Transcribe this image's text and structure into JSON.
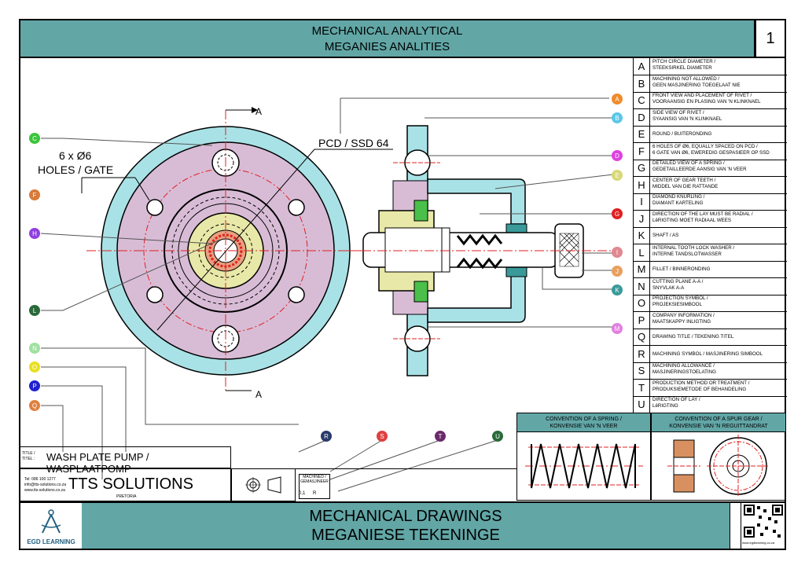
{
  "header": {
    "line1": "MECHANICAL ANALYTICAL",
    "line2": "MEGANIES ANALITIES",
    "page_number": "1"
  },
  "legend": [
    {
      "key": "A",
      "text": "PITCH CIRCLE DIAMETER /\nSTEEKSIRKEL DIAMETER"
    },
    {
      "key": "B",
      "text": "MACHINING NOT ALLOWED /\nGEEN MASJINERING TOEGELAAT NIE"
    },
    {
      "key": "C",
      "text": "FRONT VIEW AND PLACEMENT OF RIVET /\nVOORAANSIG EN PLASING VAN 'N KLINKNAEL"
    },
    {
      "key": "D",
      "text": "SIDE VIEW OF RIVET /\nSYAANSIG VAN 'N KLINKNAEL"
    },
    {
      "key": "E",
      "text": "ROUND / BUITERONDING"
    },
    {
      "key": "F",
      "text": "6 HOLES OF Ø6, EQUALLY SPACED ON PCD /\n6 GATE VAN Ø6, EWEREDIG GESPASIEER OP SSD"
    },
    {
      "key": "G",
      "text": "DETAILED VIEW OF A SPRING /\nGEDETAILLEERDE AANSIG VAN 'N VEER"
    },
    {
      "key": "H",
      "text": "CENTER OF GEAR TEETH /\nMIDDEL VAN DIE RATTANDE"
    },
    {
      "key": "I",
      "text": "DIAMOND KNURLING /\nDIAMANT KARTELING"
    },
    {
      "key": "J",
      "text": "DIRECTION OF THE LAY MUST BE RADIAL /\nLêRIGTING MOET RADIAAL WEES"
    },
    {
      "key": "K",
      "text": "SHAFT / AS"
    },
    {
      "key": "L",
      "text": "INTERNAL TOOTH LOCK WASHER /\nINTERNE TANDSLOTWASSER"
    },
    {
      "key": "M",
      "text": "FILLET / BINNERONDING"
    },
    {
      "key": "N",
      "text": "CUTTING PLANE A-A /\nSNYVLAK A-A"
    },
    {
      "key": "O",
      "text": "PROJECTION SYMBOL /\nPROJEKSIESIMBOOL"
    },
    {
      "key": "P",
      "text": "COMPANY INFORMATION /\nMAATSKAPPY INLIGTING"
    },
    {
      "key": "Q",
      "text": "DRAWING TITLE / TEKENING TITEL"
    },
    {
      "key": "R",
      "text": "MACHINING SYMBOL / MASJINERING SIMBOOL"
    },
    {
      "key": "S",
      "text": "MACHINING ALLOWANCE /\nMASJINERINGSTOELATING"
    },
    {
      "key": "T",
      "text": "PRODUCTION METHOD OR TREATMENT /\nPRODUKSIEMETODE OF BEHANDELING"
    },
    {
      "key": "U",
      "text": "DIRECTION OF LAY /\nLêRIGTING"
    }
  ],
  "drawing": {
    "holes_label_line1": "6 x Ø6",
    "holes_label_line2": "HOLES / GATE",
    "pcd_label": "PCD / SSD 64",
    "section_label_top": "A",
    "section_label_bottom": "A",
    "machined_label": "MACHINED /\nGEMASJINEER",
    "machining_value": "0,1",
    "lay_symbol": "R"
  },
  "bubbles": {
    "left": [
      "C",
      "F",
      "H",
      "L",
      "N",
      "O",
      "P",
      "Q"
    ],
    "right": [
      "A",
      "B",
      "D",
      "E",
      "G",
      "I",
      "J",
      "K",
      "M"
    ],
    "bottom": [
      "R",
      "S",
      "T",
      "U"
    ]
  },
  "conventions": {
    "spring": "CONVENTION OF A SPRING /\nKONVENSIE VAN 'N VEER",
    "gear": "CONVENTION OF A SPUR GEAR /\nKONVENSIE VAN 'N REGUITTANDRAT"
  },
  "title_block": {
    "title_label": "TITLE /\nTITEL :",
    "title": "WASH PLATE PUMP / WASPLAATPOMP",
    "company_info": "Tel: 086 100 1277\ninfo@tts-solutions.co.za\nwww.tts-solutions.co.za",
    "company": "TTS SOLUTIONS",
    "city": "PRETORIA"
  },
  "footer": {
    "logo_text": "EGD LEARNING",
    "line1": "MECHANICAL DRAWINGS",
    "line2": "MEGANIESE TEKENINGE",
    "website": "www.egdlearning.co.za"
  },
  "colors": {
    "teal": "#62a6a6",
    "face_pink": "#d8bcd6",
    "face_light_blue": "#a9e2e6",
    "hub_yellow": "#e8e8a8",
    "bubble_A": "#f08a2a",
    "bubble_B": "#5ac8e8",
    "bubble_C": "#3cc43c",
    "bubble_D": "#e040e0",
    "bubble_E": "#d8d878",
    "bubble_F": "#d87a3a",
    "bubble_G": "#e02020",
    "bubble_H": "#9040e0",
    "bubble_I": "#e08890",
    "bubble_J": "#e8a060",
    "bubble_K": "#3a9a9a",
    "bubble_L": "#2a6a3a",
    "bubble_M": "#e080e0",
    "bubble_N": "#a0e0a0",
    "bubble_O": "#e8e020",
    "bubble_P": "#2020d0",
    "bubble_Q": "#e08040",
    "bubble_R": "#2a3a6a",
    "bubble_S": "#e04040",
    "bubble_T": "#6a2a6a",
    "bubble_U": "#2a6a3a"
  }
}
